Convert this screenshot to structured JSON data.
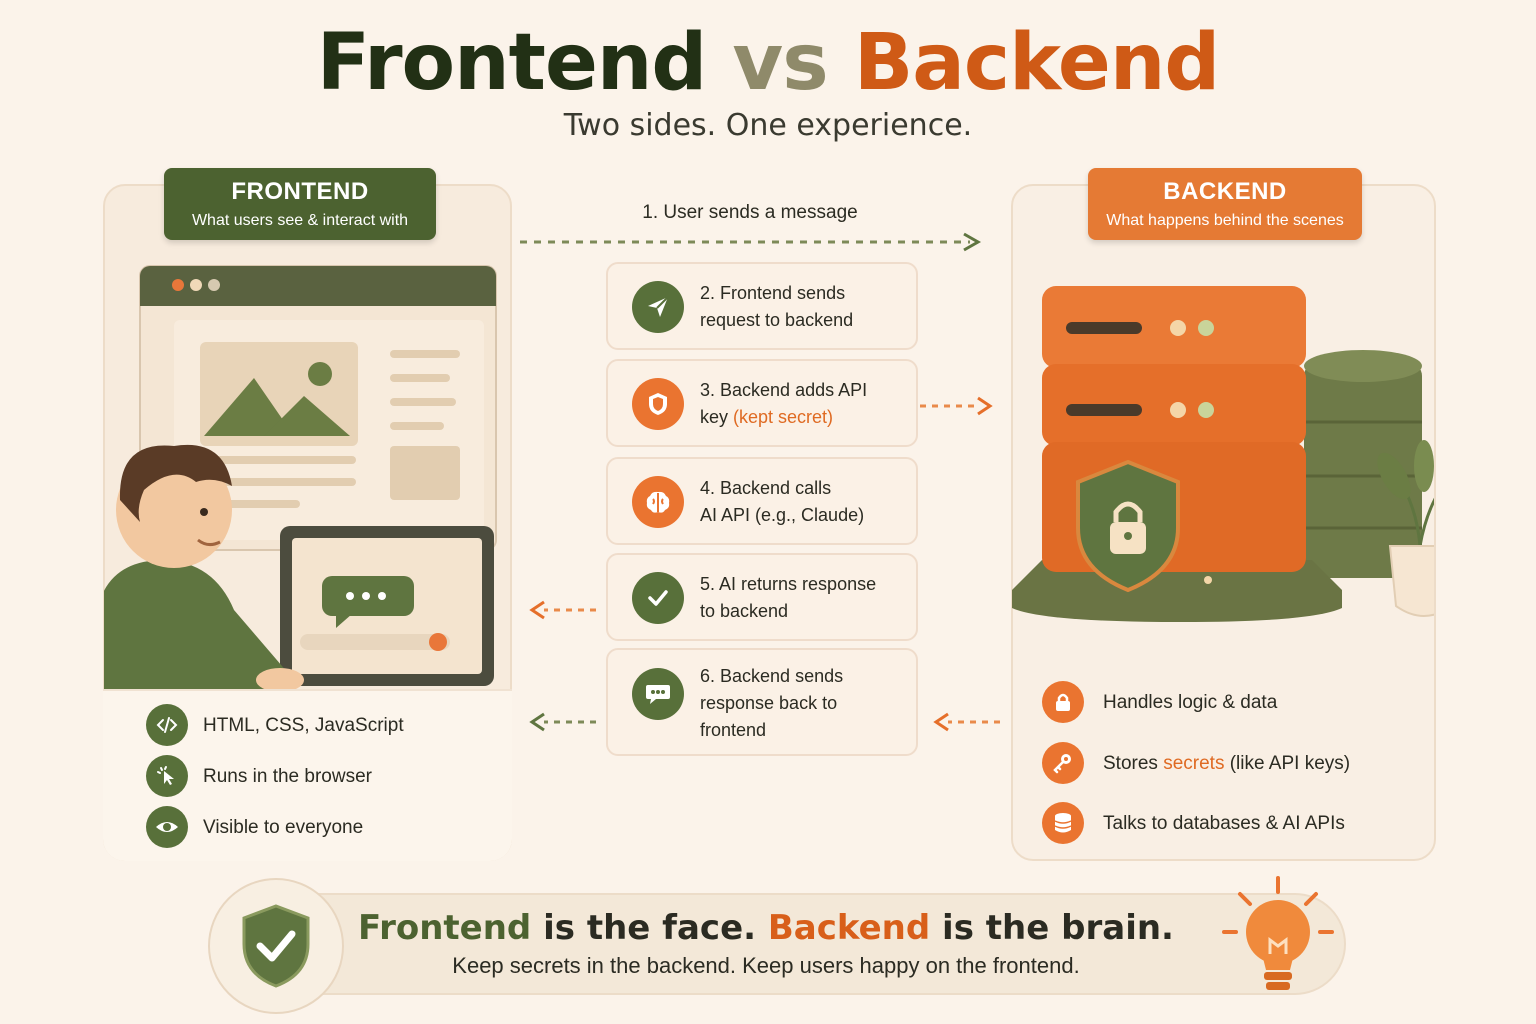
{
  "header": {
    "title_front": "Frontend",
    "title_vs": "vs",
    "title_back": "Backend",
    "subtitle": "Two sides. One experience."
  },
  "frontend": {
    "tag_title": "FRONTEND",
    "tag_sub": "What users see & interact with",
    "features": [
      {
        "icon": "code-icon",
        "label": "HTML, CSS, JavaScript"
      },
      {
        "icon": "cursor-click-icon",
        "label": "Runs in the browser"
      },
      {
        "icon": "eye-icon",
        "label": "Visible to everyone"
      }
    ]
  },
  "backend": {
    "tag_title": "BACKEND",
    "tag_sub": "What happens behind the scenes",
    "features": [
      {
        "icon": "lock-icon",
        "label": "Handles logic & data"
      },
      {
        "icon": "key-icon",
        "label_pre": "Stores ",
        "label_hl": "secrets",
        "label_post": " (like API keys)"
      },
      {
        "icon": "database-icon",
        "label": "Talks to databases & AI APIs"
      }
    ]
  },
  "flow": {
    "step1": "1. User sends a message",
    "steps": [
      {
        "icon": "paper-plane-icon",
        "line1": "2. Frontend sends",
        "line2": "request to backend"
      },
      {
        "icon": "shield-icon",
        "line1": "3. Backend adds API",
        "line2_pre": "key ",
        "line2_hl": "(kept secret)"
      },
      {
        "icon": "brain-icon",
        "line1": "4. Backend calls",
        "line2": "AI API (e.g., Claude)"
      },
      {
        "icon": "check-icon",
        "line1": "5. AI returns response",
        "line2": "to backend"
      },
      {
        "icon": "chat-icon",
        "line1": "6. Backend sends",
        "line2": "response back to",
        "line3": "frontend"
      }
    ]
  },
  "banner": {
    "h_front": "Frontend",
    "h_mid": " is the face. ",
    "h_back": "Backend",
    "h_end": " is the brain.",
    "sub": "Keep secrets in the backend. Keep users happy on the frontend."
  },
  "colors": {
    "green": "#4c6230",
    "orange": "#e57a34",
    "background": "#fbf3ea"
  }
}
